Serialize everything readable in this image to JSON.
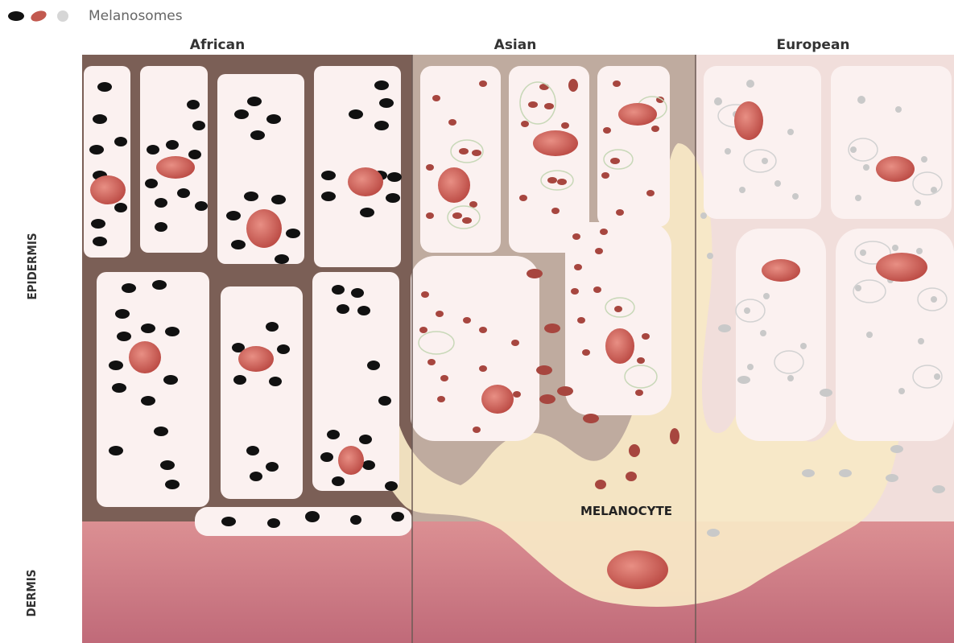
{
  "legend": {
    "label": "Melanosomes",
    "swatches": [
      {
        "name": "black-melanosome",
        "color": "#111111"
      },
      {
        "name": "red-melanosome",
        "color": "#c2594f"
      },
      {
        "name": "gray-melanosome",
        "color": "#cfcfcf"
      }
    ]
  },
  "columns": [
    {
      "title": "African"
    },
    {
      "title": "Asian"
    },
    {
      "title": "European"
    }
  ],
  "layers": {
    "epidermis": "EPIDERMIS",
    "dermis": "DERMIS"
  },
  "melanocyte_label": "MELANOCYTE",
  "colors": {
    "dermis_top": "#d98a8f",
    "dermis_bottom": "#c36c78",
    "african_bg": "#7a5e55",
    "asian_bg": "#bda89c",
    "european_bg": "#f2dedc",
    "cell_fill": "#fbf1f0",
    "melanocyte_fill": "#f8e8c6",
    "nucleus": "#c95a52"
  }
}
